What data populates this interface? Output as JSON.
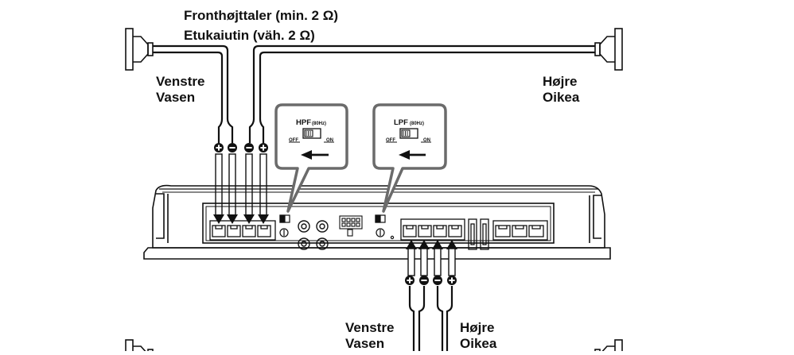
{
  "labels": {
    "front_title": "Fronthøjttaler (min. 2 Ω)",
    "front_title_fi": "Etukaiutin (väh. 2 Ω)",
    "top_left": [
      "Venstre",
      "Vasen"
    ],
    "top_right": [
      "Højre",
      "Oikea"
    ],
    "bottom_left": [
      "Venstre",
      "Vasen"
    ],
    "bottom_right": [
      "Højre",
      "Oikea"
    ]
  },
  "switch_hpf": {
    "name": "HPF",
    "freq": "(80Hz)",
    "off": "OFF",
    "on": "ON"
  },
  "switch_lpf": {
    "name": "LPF",
    "freq": "(80Hz)",
    "off": "OFF",
    "on": "ON"
  },
  "colors": {
    "line": "#111111",
    "callout": "#6b6b6b",
    "background": "#ffffff"
  }
}
